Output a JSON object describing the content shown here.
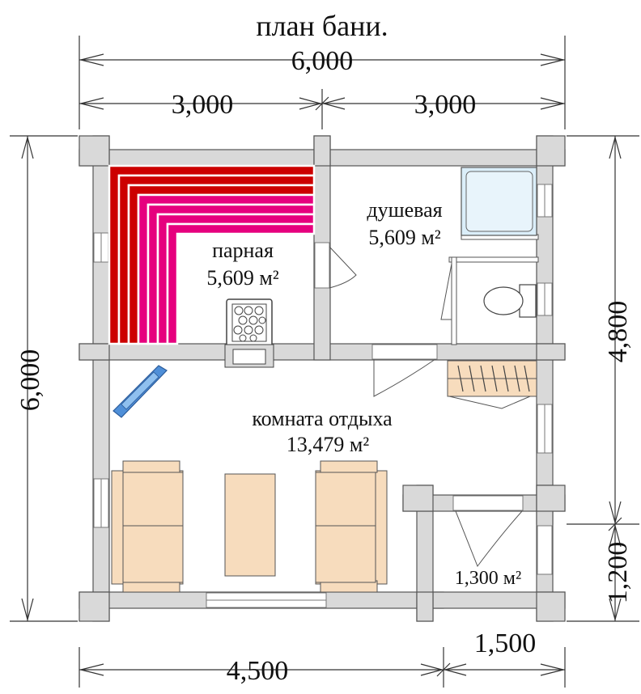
{
  "title": "план бани.",
  "dimensions": {
    "overall_width": "6,000",
    "left_half": "3,000",
    "right_half": "3,000",
    "overall_height": "6,000",
    "right_upper": "4,800",
    "right_lower": "1,200",
    "bottom_main": "4,500",
    "bottom_right": "1,500"
  },
  "rooms": {
    "steam_room": {
      "name": "парная",
      "area": "5,609 м²"
    },
    "shower": {
      "name": "душевая",
      "area": "5,609 м²"
    },
    "lounge": {
      "name": "комната отдыха",
      "area": "13,479 м²"
    },
    "vestibule": {
      "area": "1,300 м²"
    }
  },
  "colors": {
    "wall": "#d9d9d9",
    "bench_red": "#cc0000",
    "bench_pink": "#e6007e",
    "furniture": "#f7dcbd",
    "shower_tray": "#dbeef9",
    "bath_blue": "#4f8fd8"
  }
}
